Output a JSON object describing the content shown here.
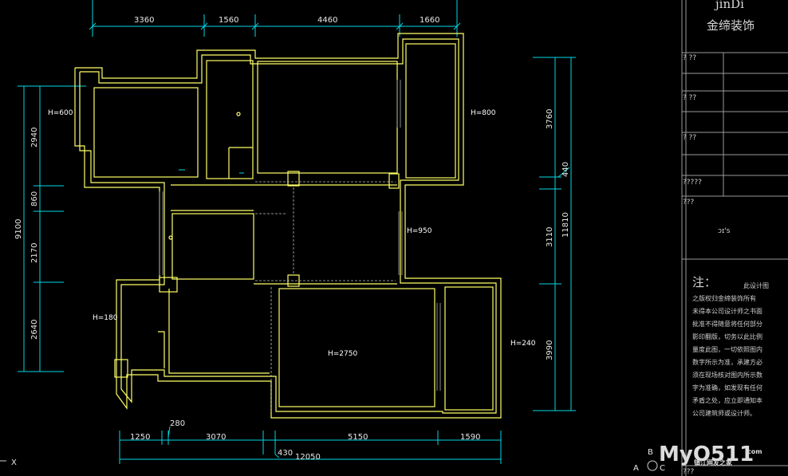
{
  "title_block": {
    "brand_latin": "jinDi",
    "brand_cn": "金缔装饰",
    "rows": [
      "? ??",
      "? ??",
      "? ??",
      "?????",
      "???"
    ],
    "logo_text": "ɔɪ's",
    "note_label": "注：",
    "note_lines": [
      "此设计图",
      "之版权归金缔装饰所有",
      "未得本公司设计师之书面",
      "批准不得随意将任何部分",
      "影印翻版，切务以此比例",
      "量度此图，一切依照图内",
      "数字所示为准，承建方必",
      "须在现场核对图内所示数",
      "字为准确，如发现有任何",
      "矛盾之处，应立即通知本",
      "公司建筑师或设计师。"
    ],
    "bottom_cell": "???"
  },
  "dimensions": {
    "top": [
      "3360",
      "1560",
      "4460",
      "1660"
    ],
    "bottom": [
      "1250",
      "280",
      "3070",
      "5150",
      "1590",
      "430",
      "12050"
    ],
    "left": [
      "2940",
      "860",
      "2170",
      "2640",
      "9100"
    ],
    "right": [
      "3760",
      "440",
      "3110",
      "3990",
      "11810"
    ]
  },
  "room_labels": [
    "H=600",
    "H=800",
    "H=950",
    "H=180",
    "H=2750",
    "H=240"
  ],
  "ucs": {
    "x": "X",
    "b": "B",
    "a": "A",
    "c": "C"
  },
  "watermark": {
    "text": "MyO511",
    "suffix": ".com",
    "sub": "镇江网友之家"
  },
  "colors": {
    "wall": "#ffff66",
    "dimension": "#00d7e6",
    "background": "#000000"
  }
}
